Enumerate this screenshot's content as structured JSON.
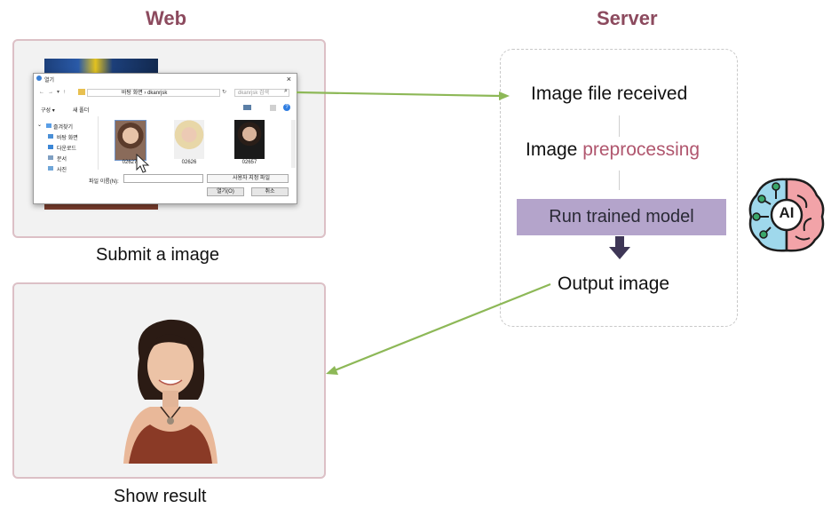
{
  "web": {
    "heading": "Web",
    "submit_caption": "Submit a image",
    "result_caption": "Show result"
  },
  "dialog": {
    "title": "열기",
    "path_text": "바탕 화면 › dkanrjsk",
    "search_placeholder": "dkanrjsk 검색",
    "organize_label": "구성 ▾",
    "new_folder_label": "새 폴더",
    "sidebar_items": [
      "즐겨찾기",
      "바탕 화면",
      "다운로드",
      "문서",
      "사진"
    ],
    "thumbnails": [
      {
        "label": "02627"
      },
      {
        "label": "02626"
      },
      {
        "label": "02657"
      }
    ],
    "filename_label": "파일 이름(N):",
    "filter_label": "사용자 지정 파일",
    "open_button": "열기(O)",
    "cancel_button": "취소"
  },
  "server": {
    "heading": "Server",
    "step_received": "Image file received",
    "step_preprocessing_prefix": "Image ",
    "step_preprocessing_accent": "preprocessing",
    "step_model": "Run trained model",
    "step_output": "Output image"
  },
  "ai_badge": {
    "label": "AI"
  },
  "colors": {
    "heading": "#8c4a5e",
    "panel_border": "#dcc0c6",
    "arrow": "#8db857",
    "model_fill": "#b4a4cb",
    "down_arrow": "#3e3656",
    "accent_text": "#b0566e"
  }
}
